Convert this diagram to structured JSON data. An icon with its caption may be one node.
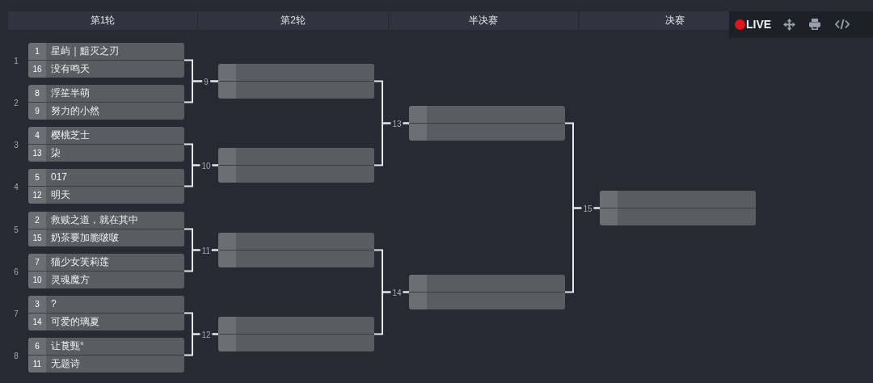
{
  "diagram": {
    "nodes": [
      {
        "text": [
          "1",
          "星屿｜黯灭之刃",
          "16",
          "没有鸣天"
        ],
        "beside": [
          "1"
        ]
      },
      {
        "text": [
          "8",
          "浮笙半萌",
          "9",
          "努力的小然"
        ],
        "beside": [
          "2"
        ]
      },
      {
        "text": [
          "4",
          "樱桃芝士",
          "13",
          "柒"
        ],
        "beside": [
          "3"
        ]
      },
      {
        "text": [
          "5",
          "017",
          "12",
          "明天"
        ],
        "beside": [
          "4"
        ]
      },
      {
        "text": [
          "2",
          "救赎之道，就在其中",
          "15",
          "奶茶要加脆啵啵"
        ],
        "beside": [
          "5"
        ]
      },
      {
        "text": [
          "7",
          "猫少女芙莉莲",
          "10",
          "灵魂魔方"
        ],
        "beside": [
          "6"
        ]
      },
      {
        "text": [
          "3",
          "?",
          "14",
          "可爱的璃夏"
        ],
        "beside": [
          "7"
        ]
      },
      {
        "text": [
          "6",
          "让莨甄°",
          "11",
          "无题诗"
        ],
        "beside": [
          "8"
        ]
      },
      {
        "text": [],
        "shape": "box",
        "beside": [
          "9"
        ]
      },
      {
        "text": [],
        "shape": "box",
        "beside": [
          "10"
        ]
      },
      {
        "text": [],
        "shape": "box",
        "beside": [
          "11"
        ]
      },
      {
        "text": [],
        "shape": "box",
        "beside": [
          "12"
        ]
      },
      {
        "text": [],
        "shape": "box",
        "beside": [
          "13"
        ]
      },
      {
        "text": [],
        "shape": "box",
        "beside": [
          "14"
        ]
      },
      {
        "text": [],
        "shape": "box",
        "beside": [
          "15"
        ]
      }
    ],
    "edges": [
      {
        "from": 0,
        "to": 8,
        "arrow": "none"
      },
      {
        "from": 1,
        "to": 8,
        "arrow": "none"
      },
      {
        "from": 2,
        "to": 9,
        "arrow": "none"
      },
      {
        "from": 3,
        "to": 9,
        "arrow": "none"
      },
      {
        "from": 4,
        "to": 10,
        "arrow": "none"
      },
      {
        "from": 5,
        "to": 10,
        "arrow": "none"
      },
      {
        "from": 6,
        "to": 11,
        "arrow": "none"
      },
      {
        "from": 7,
        "to": 11,
        "arrow": "none"
      },
      {
        "from": 8,
        "to": 12,
        "arrow": "none"
      },
      {
        "from": 9,
        "to": 12,
        "arrow": "none"
      },
      {
        "from": 10,
        "to": 13,
        "arrow": "none"
      },
      {
        "from": 11,
        "to": 13,
        "arrow": "none"
      },
      {
        "from": 12,
        "to": 14,
        "arrow": "none"
      },
      {
        "from": 13,
        "to": 14,
        "arrow": "none"
      }
    ],
    "labels": [
      "第1轮",
      "第2轮",
      "半决赛",
      "决赛",
      "LIVE"
    ]
  }
}
